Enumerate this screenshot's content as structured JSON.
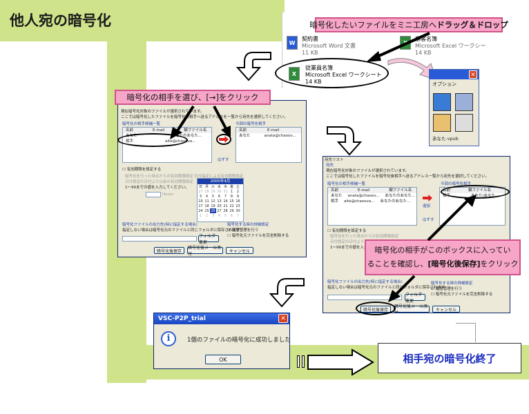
{
  "page_title": "他人宛の暗号化",
  "callouts": {
    "drag_drop_prefix": "暗号化したいファイルをミニ工房へ",
    "drag_drop_bold": "ドラッグ＆ドロップ",
    "select_partner": "暗号化の相手を選び、[→]をクリック",
    "confirm_line1": "暗号化の相手がこのボックスに入ってい",
    "confirm_line2_prefix": "ることを確認し、",
    "confirm_line2_bold": "[暗号化後保存]",
    "confirm_line2_suffix": "をクリック"
  },
  "files": [
    {
      "name": "契約書",
      "type": "Microsoft Word 文書",
      "size": "11 KB",
      "icon": "word-icon"
    },
    {
      "name": "顧客名簿",
      "type": "Microsoft Excel ワークシー",
      "size": "14 KB",
      "icon": "excel-icon"
    },
    {
      "name": "従業員名簿",
      "type": "Microsoft Excel ワークシート",
      "size": "14 KB",
      "icon": "excel-icon"
    }
  ],
  "mini_window": {
    "option_label": "オプション",
    "vpub_label": "あなた.vpub"
  },
  "dialog1": {
    "title": "",
    "desc1": "現在暗号化対象のファイルが選択されています。",
    "desc2": "ここでは暗号化したファイルを暗号化後相手へ送るアドレスを一覧から宛先を選択してください。",
    "left_group": "暗号化の相手候補一覧",
    "right_group": "今回の暗号化相手",
    "cols": [
      "名前",
      "E-mail",
      "鍵ファイル名"
    ],
    "rows": [
      {
        "name": "あなた",
        "email": "anata@chaoov...",
        "key": "あなたのあなた..."
      },
      {
        "name": "相手",
        "email": "aite@chaoova...",
        "key": "あなたのあなた..."
      }
    ],
    "right_cols": [
      "名前",
      "E-mail"
    ],
    "right_rows": [
      {
        "name": "あなた",
        "email": "anata@chaoov..."
      }
    ],
    "remove_label": "はずす",
    "expire_check": "有効期限を設定する",
    "expire_opt1": "暗号化を行った時点からの有効期限設定",
    "expire_opt2": "日付指定による有効期限設定",
    "expire_opt3": "日付設定の日付より以前の有効期限設定",
    "range_note": "1〜99までの値を入力してください。",
    "unit": "Hours",
    "cal_title": "2005年4月",
    "cal_head": [
      "日",
      "月",
      "火",
      "水",
      "木",
      "金",
      "土"
    ],
    "cal_rows": [
      [
        "27",
        "28",
        "29",
        "30",
        "31",
        "1",
        "2"
      ],
      [
        "3",
        "4",
        "5",
        "6",
        "7",
        "8",
        "9"
      ],
      [
        "10",
        "11",
        "12",
        "13",
        "14",
        "15",
        "16"
      ],
      [
        "17",
        "18",
        "19",
        "20",
        "21",
        "22",
        "23"
      ],
      [
        "24",
        "25",
        "26",
        "27",
        "28",
        "29",
        "30"
      ],
      [
        "1",
        "2",
        "3",
        "4",
        "5",
        "6",
        "7"
      ]
    ],
    "out_group": "暗号化ファイルの出力先(特に指定する場合)",
    "out_note": "指定しない場合は暗号化元のファイルと同じフォルダに保存されます",
    "folder_btn": "フォルダ変更",
    "after_group": "暗号化する時の詳細設定",
    "after_opt1": "履歴管理を行う",
    "after_opt2": "暗号化元ファイルを完全削除する",
    "btn_save": "暗号化後保存",
    "btn_mail": "暗号化後メール添付",
    "btn_cancel": "キャンセル"
  },
  "dialog2": {
    "title": "宛先リスト",
    "group_label": "宛先",
    "desc1": "現在暗号化対象のファイルが選択されています。",
    "desc2": "ここでは暗号化したファイルを暗号化後相手へ送るアドレス一覧から宛先を選択してください。",
    "left_rows": [
      {
        "name": "あなた",
        "email": "anata@chaoov...",
        "key": "あなたのあなた..."
      },
      {
        "name": "相手",
        "email": "aite@chaoova...",
        "key": "あなたのあなた..."
      }
    ],
    "right_rows": [
      {
        "name": "相手",
        "email": "",
        "key": "あなた(あなた..."
      }
    ],
    "add_label": "追加",
    "remove_label": "はずす"
  },
  "message_box": {
    "title": "VSC-P2P_trial",
    "message": "1個のファイルの暗号化に成功しました。",
    "ok": "OK"
  },
  "final_label": "相手宛の暗号化終了",
  "colors": {
    "green": "#cfe38a",
    "pink": "#f7a6c8",
    "final_text": "#1a2bbf"
  }
}
